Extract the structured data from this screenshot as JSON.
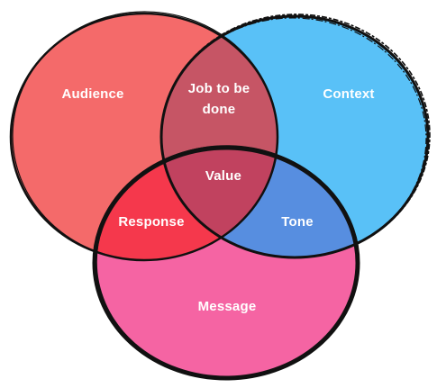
{
  "diagram": {
    "sets": [
      {
        "label": "Audience",
        "color": "#f46a6a"
      },
      {
        "label": "Context",
        "color": "#59c1f7"
      },
      {
        "label": "Message",
        "color": "#f564a3"
      }
    ],
    "intersections": {
      "audience_context": {
        "label_line1": "Job to be",
        "label_line2": "done",
        "color": "#c65565"
      },
      "audience_message": {
        "label": "Response",
        "color": "#f5384c"
      },
      "context_message": {
        "label": "Tone",
        "color": "#578ee0"
      },
      "all_three": {
        "label": "Value",
        "color": "#c1425f"
      }
    },
    "outline_color": "#111111",
    "label_color": "#ffffff"
  }
}
